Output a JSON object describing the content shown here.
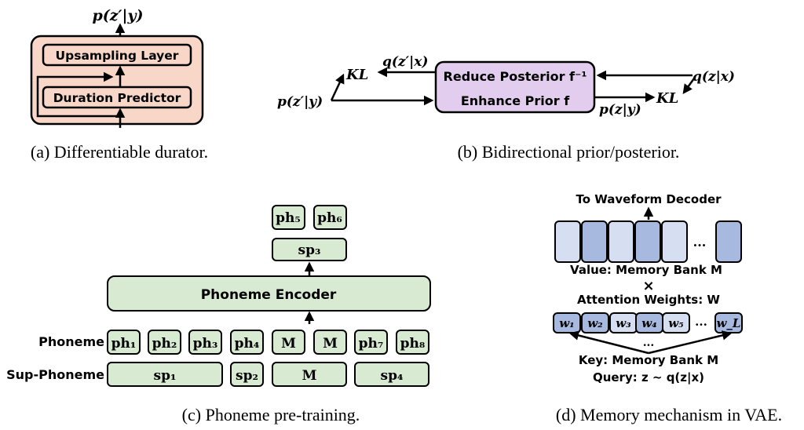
{
  "panel_a": {
    "output_label": "p(z′|y)",
    "upsampling_label": "Upsampling Layer",
    "duration_label": "Duration Predictor",
    "caption": "(a) Differentiable durator."
  },
  "panel_b": {
    "kl_left": "KL",
    "kl_right": "KL",
    "q_post_prime": "q(z′|x)",
    "p_prior_prime": "p(z′|y)",
    "q_post": "q(z|x)",
    "p_prior": "p(z|y)",
    "box_line1": "Reduce Posterior f⁻¹",
    "box_line2": "Enhance Prior f",
    "caption": "(b) Bidirectional prior/posterior."
  },
  "panel_c": {
    "top_tokens": [
      "ph₅",
      "ph₆"
    ],
    "top_sp": "sp₃",
    "encoder_label": "Phoneme Encoder",
    "row_phoneme_label": "Phoneme",
    "row_sup_label": "Sup-Phoneme",
    "phonemes": [
      "ph₁",
      "ph₂",
      "ph₃",
      "ph₄",
      "M",
      "M",
      "ph₇",
      "ph₈"
    ],
    "sup_phonemes": [
      "sp₁",
      "sp₂",
      "M",
      "sp₄"
    ],
    "caption": "(c) Phoneme pre-training."
  },
  "panel_d": {
    "to_decoder": "To Waveform Decoder",
    "value_label": "Value: Memory Bank M",
    "times_symbol": "×",
    "attention_label": "Attention Weights: W",
    "weights": [
      "w₁",
      "w₂",
      "w₃",
      "w₄",
      "w₅",
      "w_L"
    ],
    "ellipsis": "...",
    "key_label": "Key: Memory Bank M",
    "query_label": "Query: z ~ q(z|x)",
    "caption": "(d) Memory mechanism in VAE."
  },
  "colors": {
    "durator_fill": "#f8d7c8",
    "posterior_box_fill": "#e3cdee",
    "encoder_fill": "#d9ead3",
    "memory_light": "#d6dff2",
    "memory_dark": "#a7b9df"
  }
}
